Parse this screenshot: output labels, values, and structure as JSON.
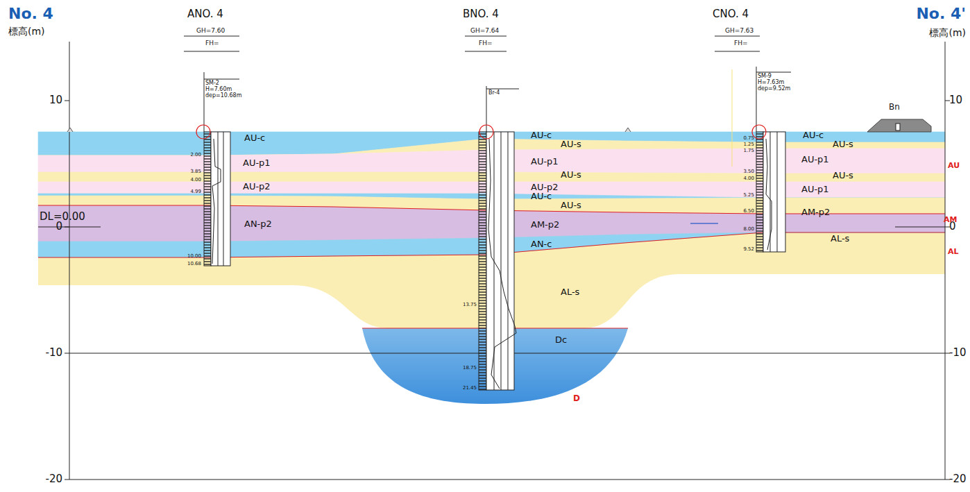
{
  "diagram": {
    "labels": [
      "No. 4",
      "標高(m)",
      "No. 4'",
      "標高(m)",
      "10",
      "0",
      "-10",
      "-20",
      "10",
      "0",
      "-10",
      "-20",
      "ANO. 4",
      "GH=7.60",
      "FH=",
      "BNO. 4",
      "GH=7.64",
      "FH=",
      "CNO. 4",
      "GH=7.63",
      "FH=",
      "DL=0.00",
      "SM-2",
      "H=7.60m",
      "dep=10.68m",
      "Br-4",
      "SM-9",
      "H=7.63m",
      "dep=9.52m",
      "AU-c",
      "AU-p1",
      "AU-p2",
      "AN-p2",
      "AU-c",
      "AU-s",
      "AU-p1",
      "AU-s",
      "AU-p2",
      "AU-c",
      "AU-s",
      "AM-p2",
      "AN-c",
      "AL-s",
      "Dc",
      "AU-c",
      "AU-s",
      "AU-p1",
      "AU-s",
      "AU-p1",
      "AM-p2",
      "AL-s",
      "Bn",
      "AU",
      "AM",
      "AL",
      "D",
      "2.00",
      "3.85",
      "4.00",
      "4.99",
      "10.00",
      "10.68",
      "13.75",
      "18.75",
      "21.45",
      "0.75",
      "1.25",
      "1.75",
      "3.50",
      "4.00",
      "5.25",
      "6.50",
      "8.00",
      "9.52"
    ]
  }
}
